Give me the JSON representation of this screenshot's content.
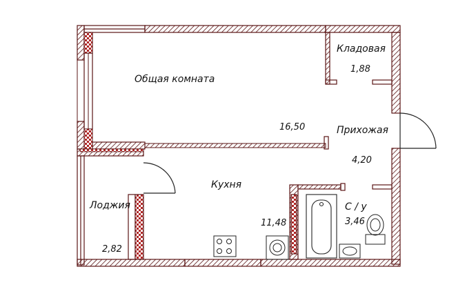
{
  "colors": {
    "wall_outline": "#5a1414",
    "hatch": "#5a1414",
    "masonry_fill": "#b02828",
    "line": "#222222",
    "background": "#ffffff"
  },
  "rooms": {
    "living": {
      "name": "Общая комната",
      "area": "16,50"
    },
    "storage": {
      "name": "Кладовая",
      "area": "1,88"
    },
    "hallway": {
      "name": "Прихожая",
      "area": "4,20"
    },
    "kitchen": {
      "name": "Кухня",
      "area": "11,48"
    },
    "bathroom": {
      "name": "С / у",
      "area": "3,46"
    },
    "loggia": {
      "name": "Лоджия",
      "area": "2,82"
    }
  }
}
